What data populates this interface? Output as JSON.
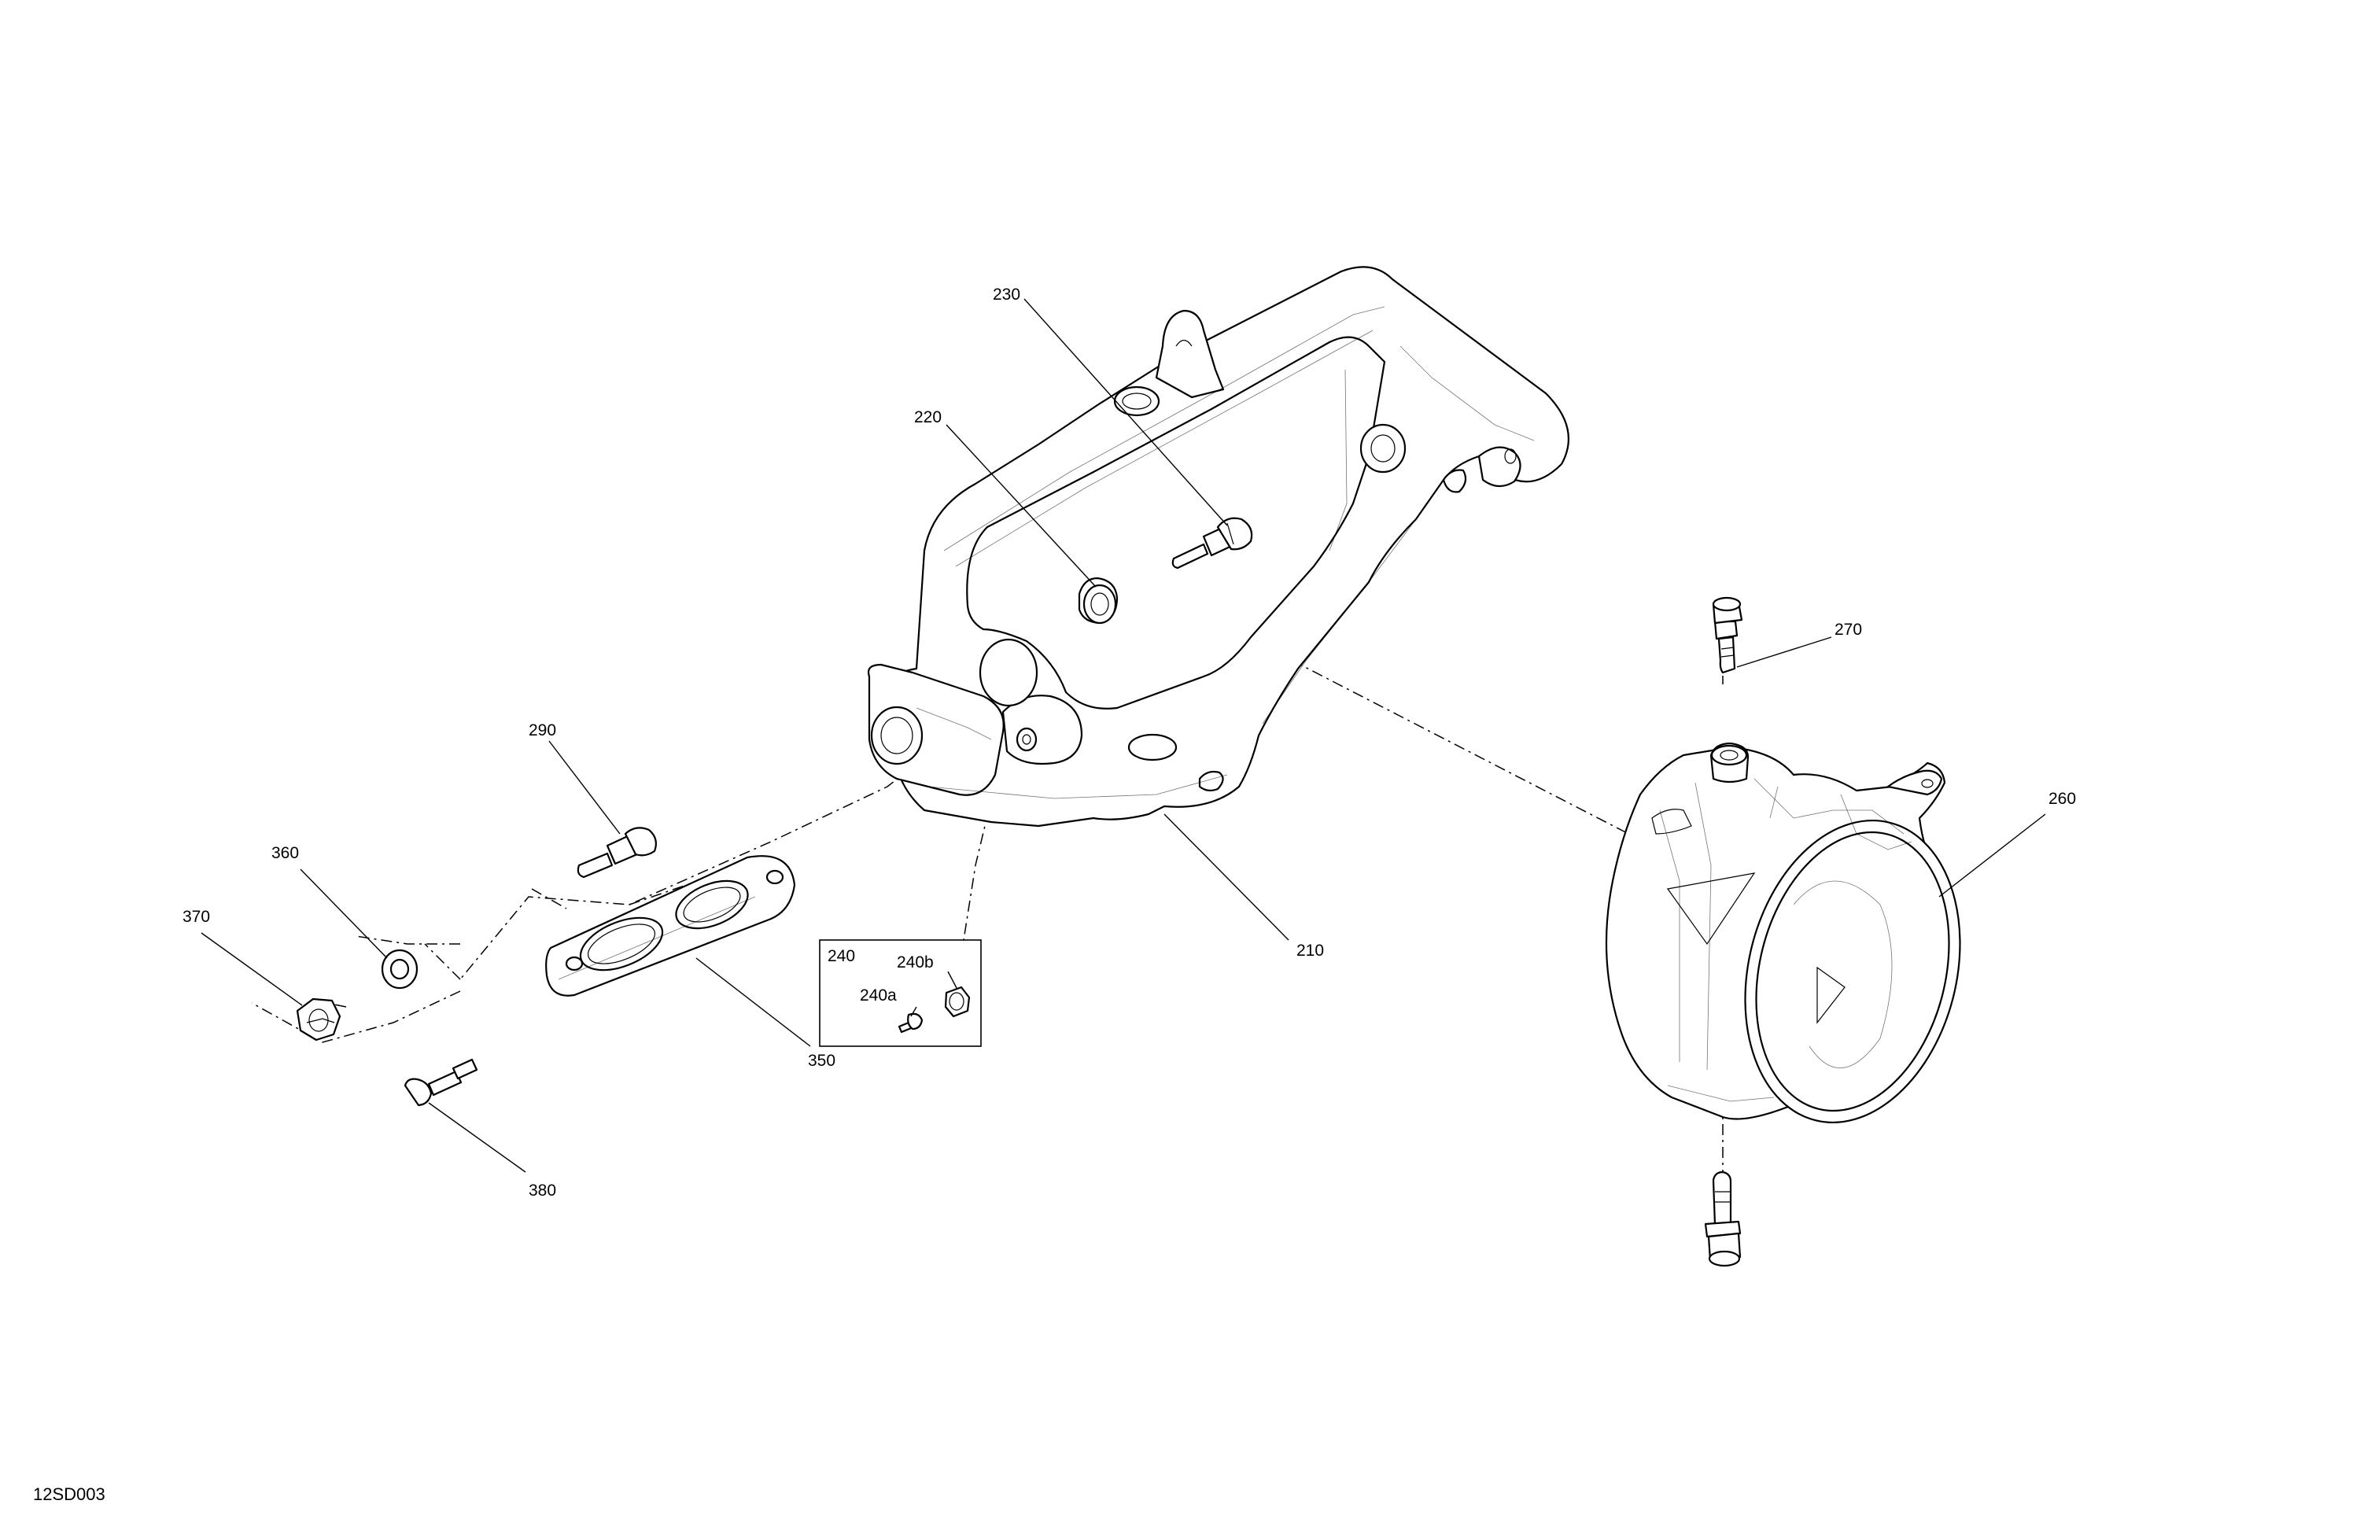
{
  "drawing": {
    "id": "12SD003"
  },
  "callouts": {
    "c210": "210",
    "c220": "220",
    "c230": "230",
    "c240": "240",
    "c240a": "240a",
    "c240b": "240b",
    "c260": "260",
    "c270": "270",
    "c290": "290",
    "c350": "350",
    "c360": "360",
    "c370": "370",
    "c380": "380"
  },
  "colors": {
    "line": "#000000",
    "background": "#ffffff"
  }
}
